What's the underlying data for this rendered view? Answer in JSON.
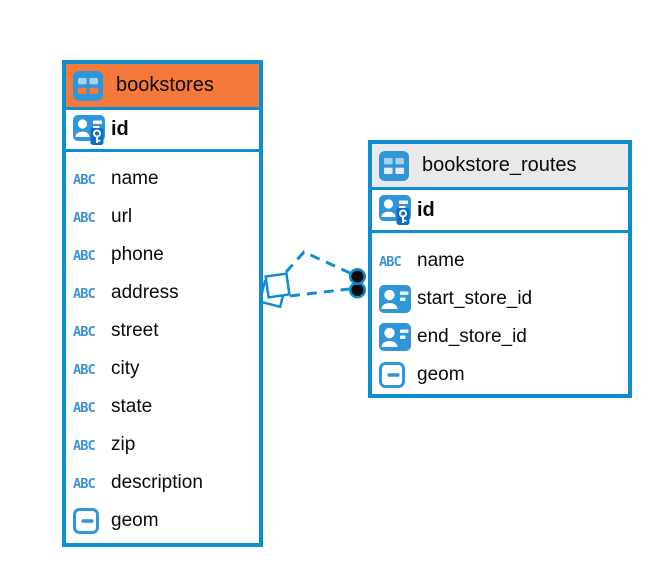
{
  "diagram": {
    "tables": [
      {
        "name": "bookstores",
        "header_bg": "#f5793b",
        "columns": [
          {
            "name": "id",
            "type": "primary-key"
          },
          {
            "name": "name",
            "type": "text"
          },
          {
            "name": "url",
            "type": "text"
          },
          {
            "name": "phone",
            "type": "text"
          },
          {
            "name": "address",
            "type": "text"
          },
          {
            "name": "street",
            "type": "text"
          },
          {
            "name": "city",
            "type": "text"
          },
          {
            "name": "state",
            "type": "text"
          },
          {
            "name": "zip",
            "type": "text"
          },
          {
            "name": "description",
            "type": "text"
          },
          {
            "name": "geom",
            "type": "geometry"
          }
        ]
      },
      {
        "name": "bookstore_routes",
        "header_bg": "#e9e9eb",
        "columns": [
          {
            "name": "id",
            "type": "primary-key"
          },
          {
            "name": "name",
            "type": "text"
          },
          {
            "name": "start_store_id",
            "type": "foreign-key"
          },
          {
            "name": "end_store_id",
            "type": "foreign-key"
          },
          {
            "name": "geom",
            "type": "geometry"
          }
        ]
      }
    ],
    "relationships": [
      {
        "from": "bookstores",
        "to": "bookstore_routes",
        "line_style": "dashed",
        "from_marker": "diamond",
        "to_marker": "filled-circle"
      },
      {
        "from": "bookstores",
        "to": "bookstore_routes",
        "line_style": "dashed",
        "from_marker": "diamond",
        "to_marker": "filled-circle"
      }
    ],
    "icon_glyphs": {
      "text_type": "ABC"
    },
    "colors": {
      "table_border_blue": "#0d8ecf",
      "icon_blue": "#2e96d9",
      "icon_key_badge_blue": "#0f6ec2",
      "bookstores_header_orange": "#f5793b",
      "routes_header_gray": "#e9e9eb",
      "connector_blue": "#0d8ecf",
      "text_black": "#0a0a0a"
    }
  }
}
